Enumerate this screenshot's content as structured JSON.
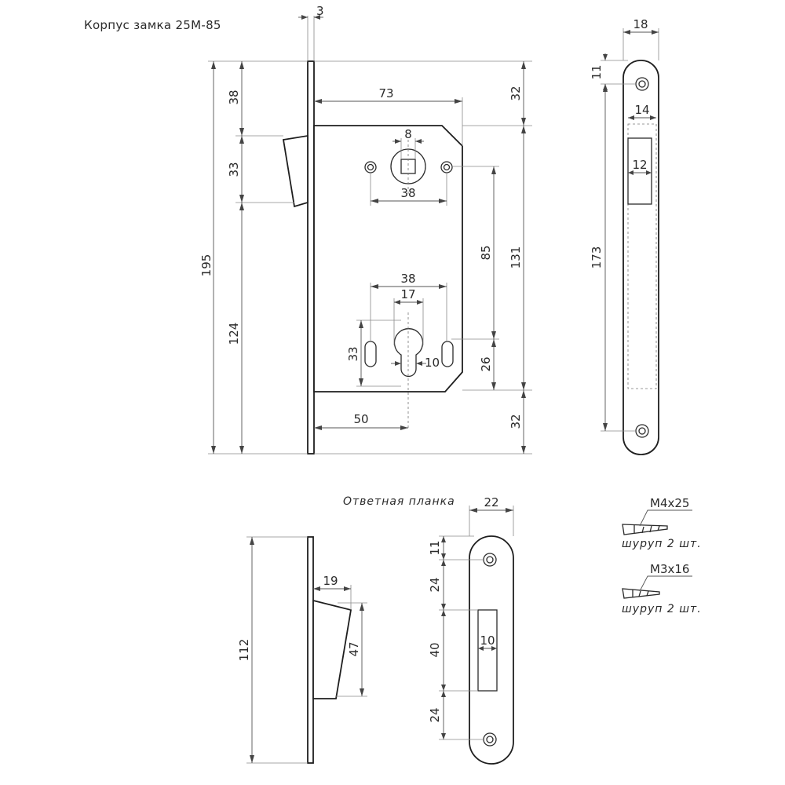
{
  "title": "Корпус замка 25М-85",
  "strike_title": "Ответная планка",
  "screws": [
    {
      "size": "М4х25",
      "qty": "шуруп 2 шт."
    },
    {
      "size": "М3х16",
      "qty": "шуруп 2 шт."
    }
  ],
  "dims": {
    "faceplate_thk": "3",
    "total_height": "195",
    "top_to_latch": "38",
    "latch_height": "33",
    "latch_to_bottom": "124",
    "case_width": "73",
    "top_offset": "32",
    "spindle_sq": "8",
    "spindle_holes": "38",
    "spindle_to_cyl": "85",
    "case_height": "131",
    "cyl_holes": "38",
    "cyl_dia": "17",
    "cyl_slot_h": "33",
    "cyl_slot_w": "10",
    "cyl_height": "26",
    "backset": "50",
    "bottom_offset": "32",
    "front_width": "18",
    "front_top_hole": "11",
    "front_slot_w": "14",
    "front_slot_inner": "12",
    "front_hole_spacing": "173",
    "strike_width": "22",
    "strike_top": "11",
    "strike_hole_to_slot": "24",
    "strike_slot_h": "40",
    "strike_slot_w": "10",
    "strike_slot_to_hole": "24",
    "strike_plate_h": "112",
    "strike_latch_depth": "19",
    "strike_latch_h": "47"
  }
}
